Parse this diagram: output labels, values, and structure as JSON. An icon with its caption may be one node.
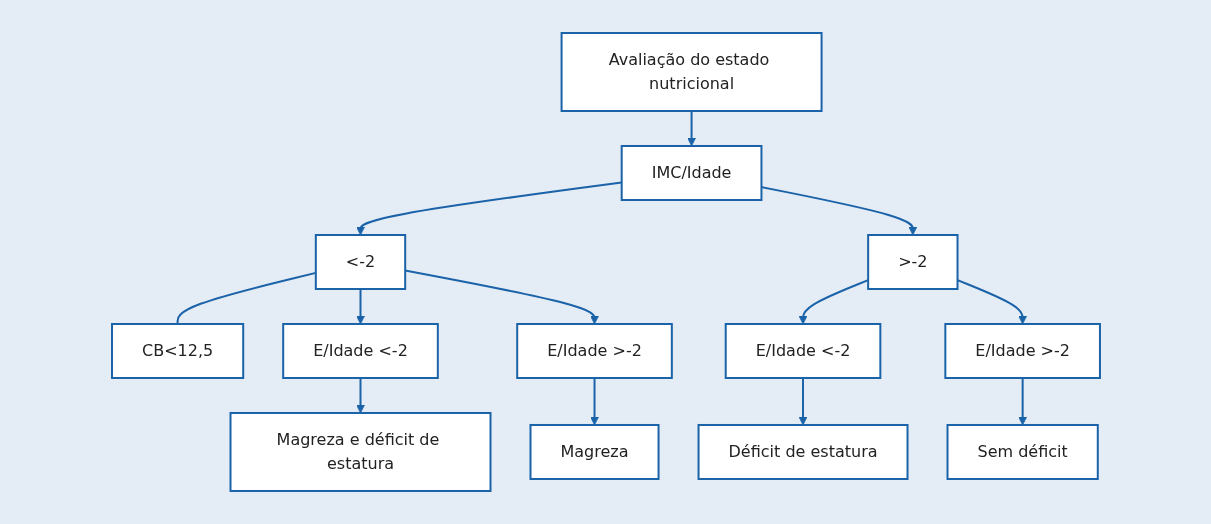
{
  "diagram": {
    "nodes": [
      {
        "text": [
          "Avaliação do estado nutricional"
        ]
      },
      {
        "text": [
          "IMC/Idade"
        ]
      },
      {
        "text": [
          "<-2"
        ]
      },
      {
        "text": [
          "CB<12,5"
        ]
      },
      {
        "text": [
          ">-2"
        ]
      },
      {
        "text": [
          "E/Idade <-2"
        ]
      },
      {
        "text": [
          "E/Idade >-2"
        ]
      },
      {
        "text": [
          "E/Idade <-2"
        ]
      },
      {
        "text": [
          "E/Idade >-2"
        ]
      },
      {
        "text": [
          "Magreza e déficit de estatura"
        ]
      },
      {
        "text": [
          "Magreza"
        ]
      },
      {
        "text": [
          "Déficit de estatura"
        ]
      },
      {
        "text": [
          "Sem déficit"
        ]
      }
    ],
    "edges": [
      {
        "from": 0,
        "to": 1,
        "arrow": "to"
      },
      {
        "from": 1,
        "to": 2,
        "arrow": "to"
      },
      {
        "from": 1,
        "to": 4,
        "arrow": "to"
      },
      {
        "from": 2,
        "to": 3,
        "arrow": "none"
      },
      {
        "from": 2,
        "to": 5,
        "arrow": "to"
      },
      {
        "from": 2,
        "to": 6,
        "arrow": "to"
      },
      {
        "from": 4,
        "to": 7,
        "arrow": "to"
      },
      {
        "from": 4,
        "to": 8,
        "arrow": "to"
      },
      {
        "from": 5,
        "to": 9,
        "arrow": "to"
      },
      {
        "from": 6,
        "to": 10,
        "arrow": "to"
      },
      {
        "from": 7,
        "to": 11,
        "arrow": "to"
      },
      {
        "from": 8,
        "to": 12,
        "arrow": "to"
      }
    ]
  }
}
